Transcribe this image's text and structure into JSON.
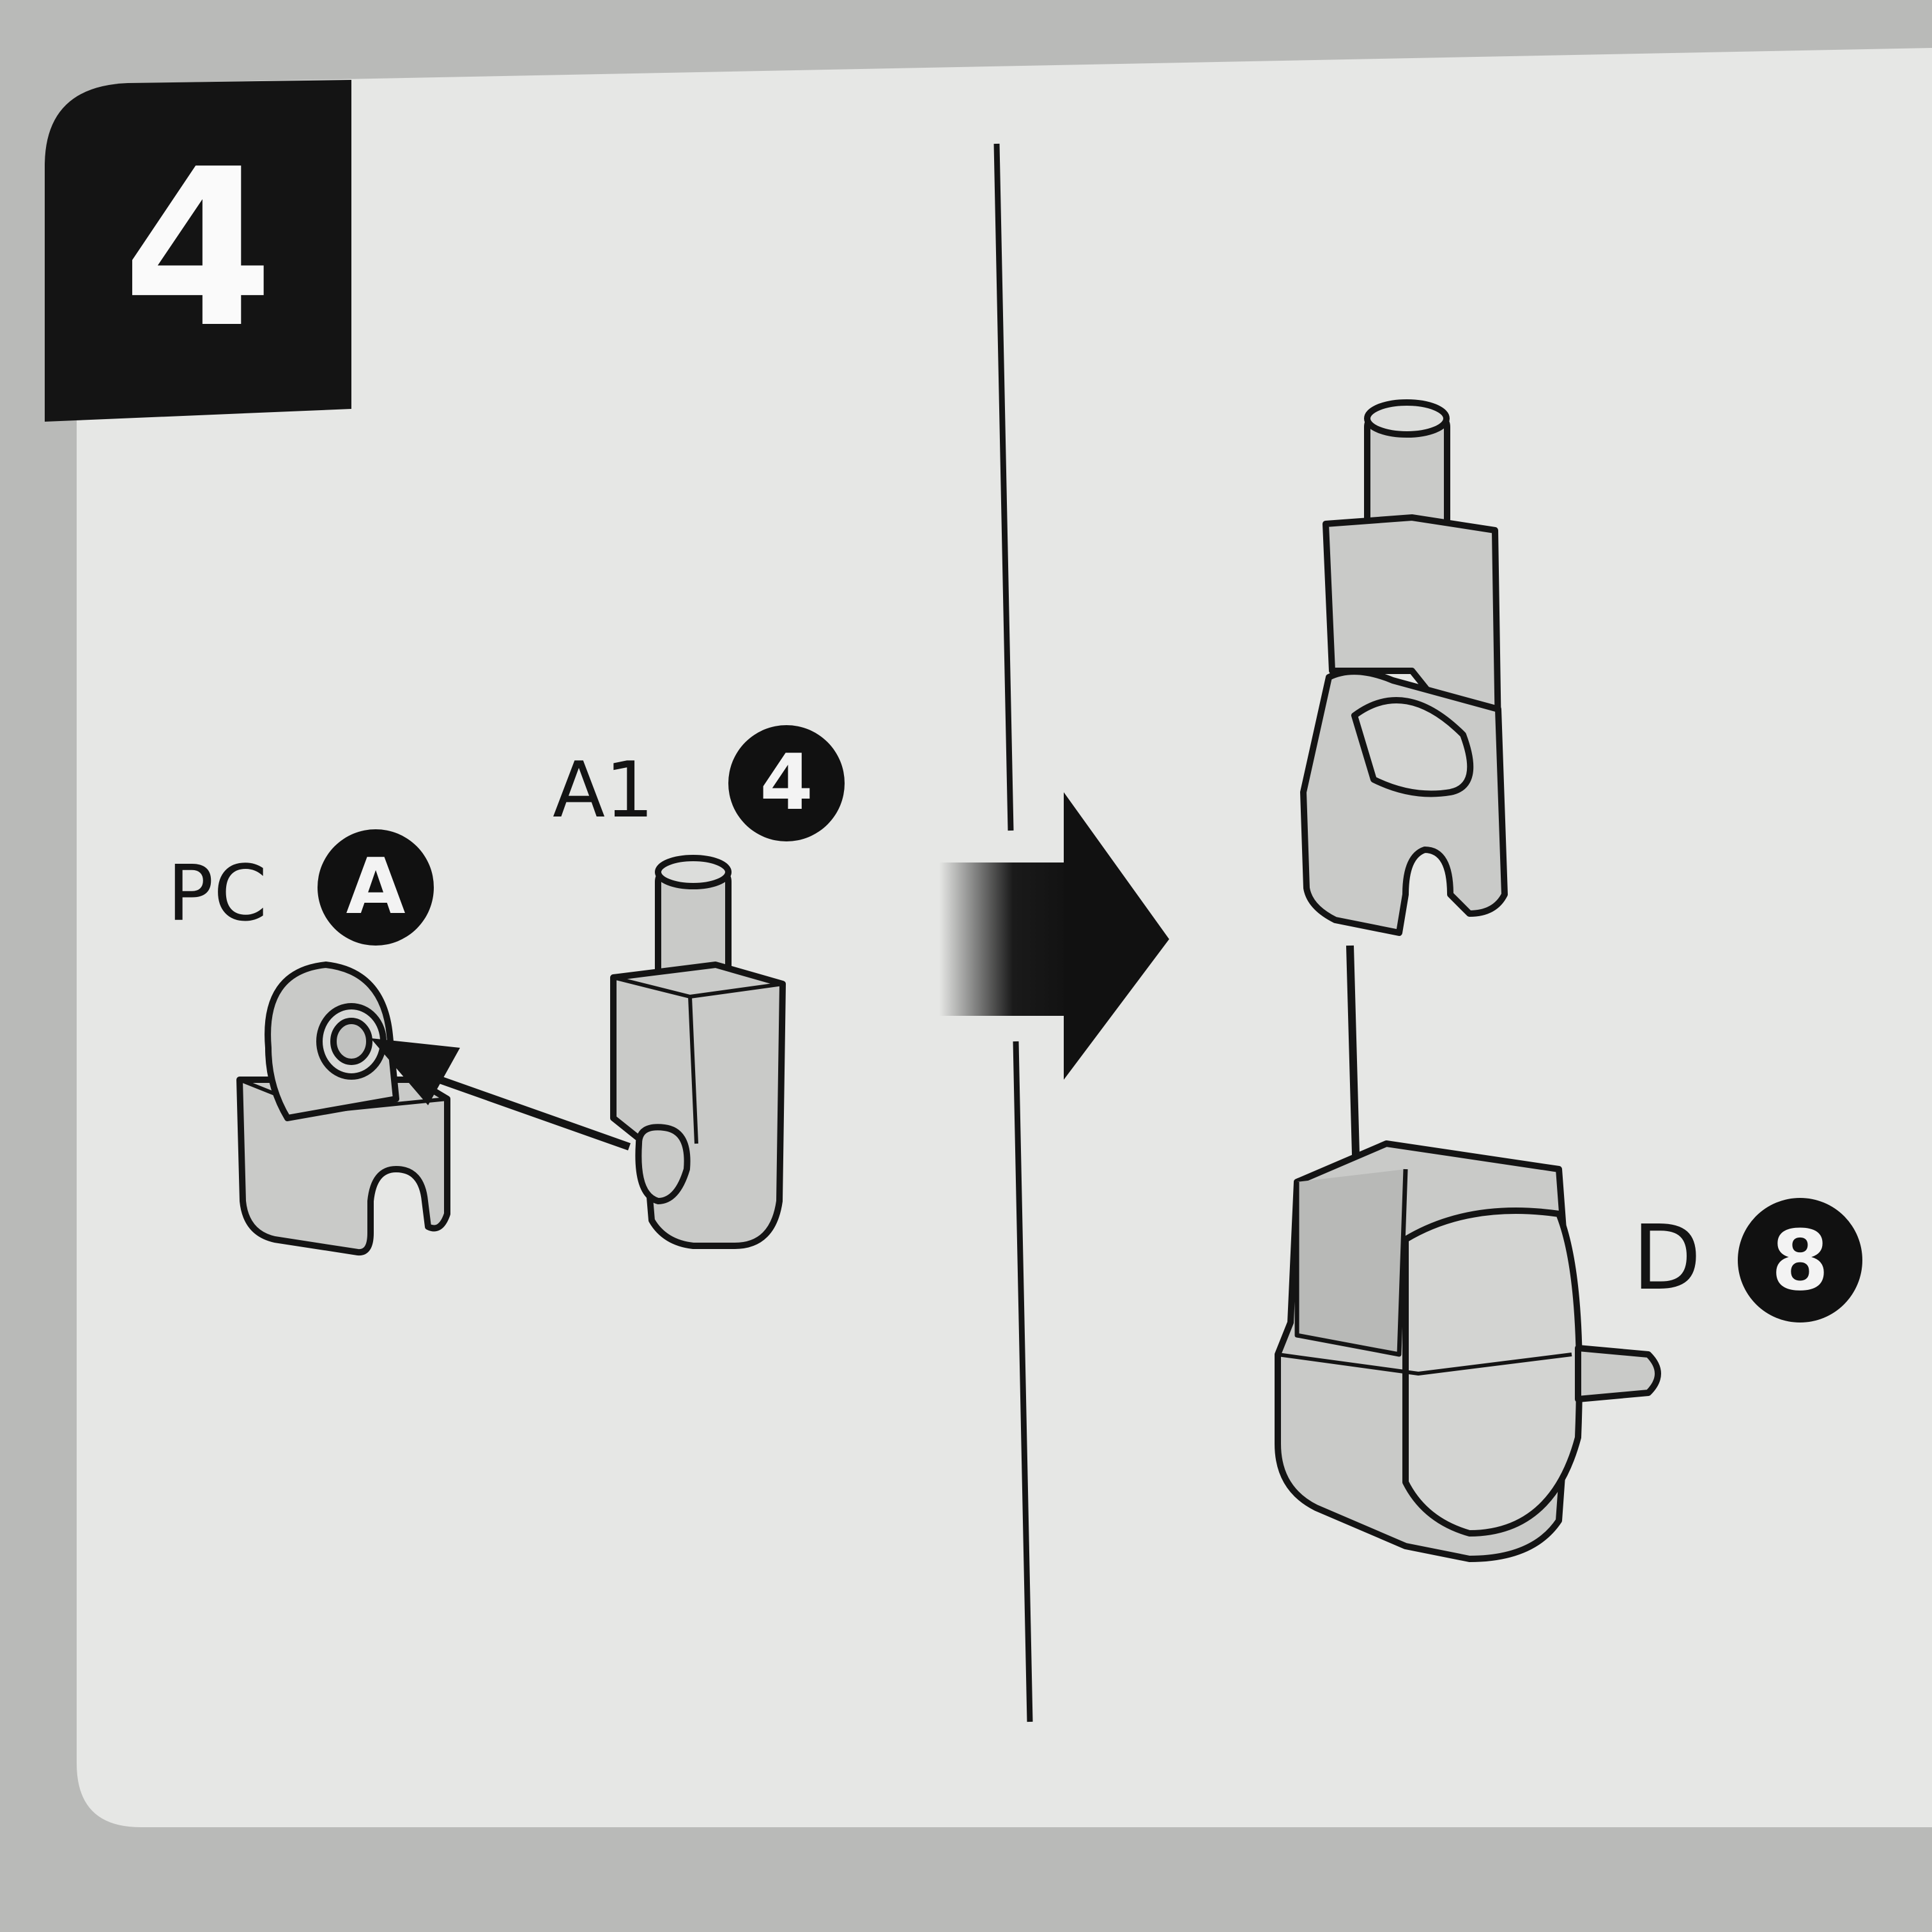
{
  "step": {
    "number": "4"
  },
  "parts": {
    "pc": {
      "label": "PC",
      "badge": "A"
    },
    "a1": {
      "label": "A1",
      "badge": "4"
    },
    "d": {
      "label": "D",
      "badge": "8"
    }
  },
  "colors": {
    "background": "#b9bab8",
    "panel": "#e6e7e5",
    "ink": "#141414",
    "part_fill": "#c9cac8",
    "badge": "#111111"
  }
}
